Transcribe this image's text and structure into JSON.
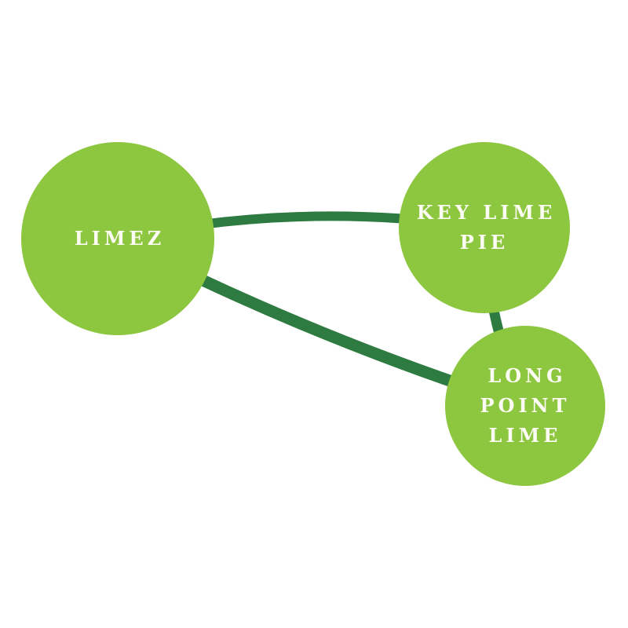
{
  "diagram": {
    "type": "network-graph",
    "background": "#ffffff",
    "colors": {
      "node_fill": "#8dc63f",
      "edge_stroke": "#2d7b40",
      "label_text": "#fcfcf4"
    },
    "nodes": [
      {
        "id": "limez",
        "label": "LIMEZ",
        "display": "LIMEZ"
      },
      {
        "id": "key-lime-pie",
        "label": "KEY LIME PIE",
        "display": "KEY LIME\nPIE"
      },
      {
        "id": "long-point-lime",
        "label": "LONG POINT LIME",
        "display": "LONG\nPOINT\nLIME"
      }
    ],
    "edges": [
      {
        "from": "limez",
        "to": "key-lime-pie"
      },
      {
        "from": "limez",
        "to": "long-point-lime"
      },
      {
        "from": "key-lime-pie",
        "to": "long-point-lime"
      }
    ]
  }
}
